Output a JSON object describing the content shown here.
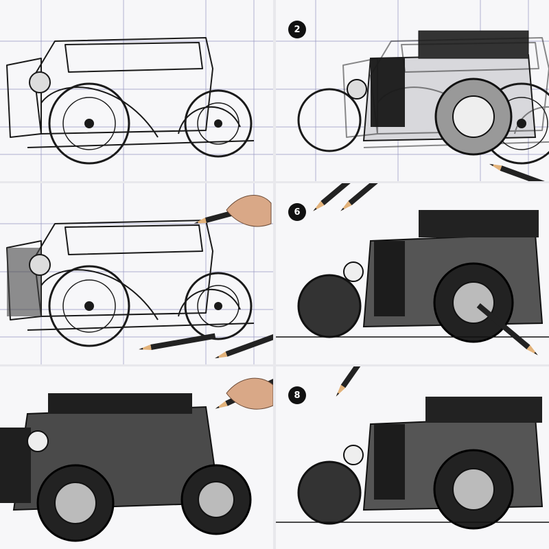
{
  "steps": [
    {
      "badge": ""
    },
    {
      "badge": "2"
    },
    {
      "badge": ""
    },
    {
      "badge": "6"
    },
    {
      "badge": ""
    },
    {
      "badge": "8"
    }
  ],
  "colors": {
    "ink": "#1a1a1a",
    "guide": "#6a6aa8",
    "paper": "#f7f7f9",
    "shade": "#333"
  }
}
